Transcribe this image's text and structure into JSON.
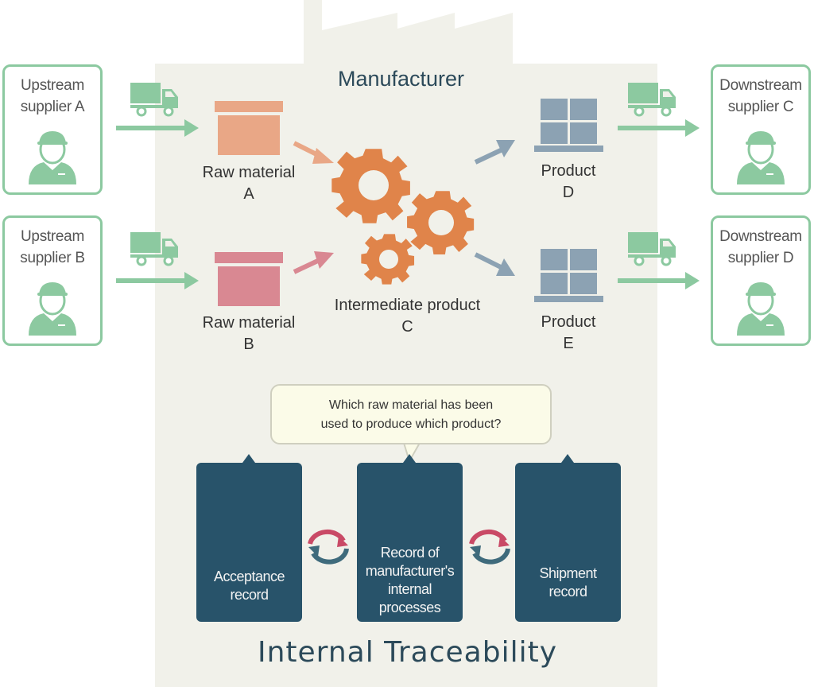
{
  "manufacturer": {
    "title": "Manufacturer"
  },
  "suppliers": {
    "upstream": [
      {
        "label_line1": "Upstream",
        "label_line2": "supplier A"
      },
      {
        "label_line1": "Upstream",
        "label_line2": "supplier B"
      }
    ],
    "downstream": [
      {
        "label_line1": "Downstream",
        "label_line2": "supplier C"
      },
      {
        "label_line1": "Downstream",
        "label_line2": "supplier D"
      }
    ]
  },
  "raw_materials": [
    {
      "line1": "Raw material",
      "line2": "A",
      "color": "#e9a786"
    },
    {
      "line1": "Raw material",
      "line2": "B",
      "color": "#d98892"
    }
  ],
  "intermediate": {
    "line1": "Intermediate product",
    "line2": "C",
    "color": "#e0844a"
  },
  "products": [
    {
      "line1": "Product",
      "line2": "D"
    },
    {
      "line1": "Product",
      "line2": "E"
    }
  ],
  "question_bubble": {
    "line1": "Which raw material has been",
    "line2": "used to produce which product?"
  },
  "records": [
    {
      "lines": [
        "Acceptance",
        "record"
      ]
    },
    {
      "lines": [
        "Record of",
        "manufacturer's",
        "internal",
        "processes"
      ]
    },
    {
      "lines": [
        "Shipment",
        "record"
      ]
    }
  ],
  "footer": {
    "title": "Internal Traceability"
  },
  "colors": {
    "supplier_green": "#8cc9a0",
    "product_blue": "#8ca2b3",
    "record_navy": "#28536a",
    "cycle_red": "#c94a66",
    "cycle_teal": "#3f6b7c",
    "factory_bg": "#f1f1ea"
  }
}
